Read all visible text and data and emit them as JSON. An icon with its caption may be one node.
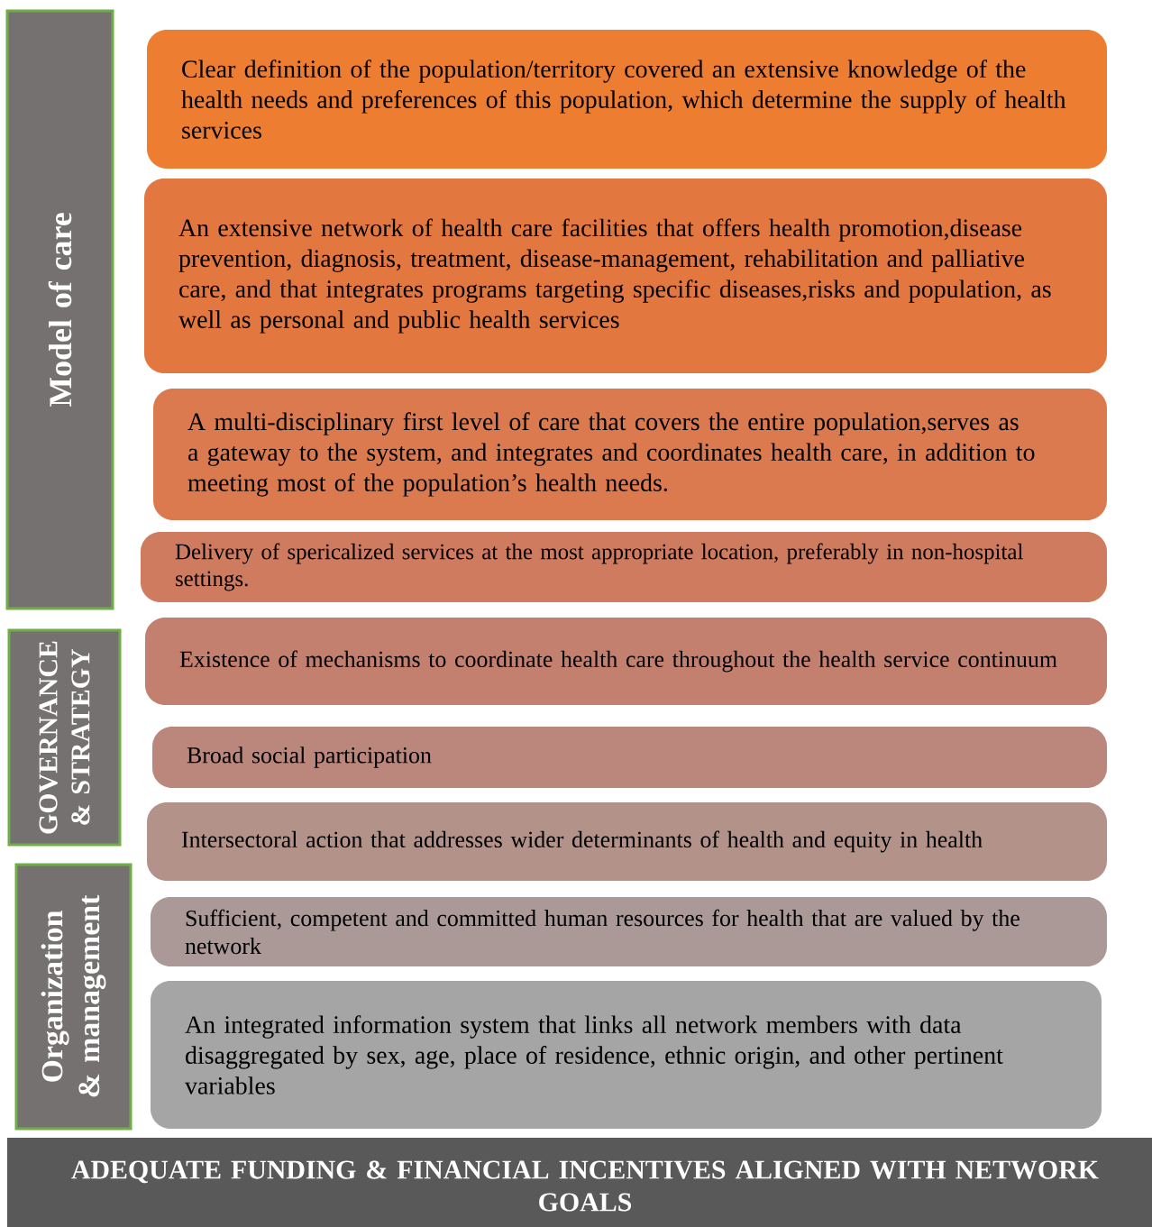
{
  "diagram": {
    "nodes": [
      {
        "text": [
          "Model of care"
        ]
      },
      {
        "text": [
          "Clear definition of the population/territory covered an extensive knowledge of the health needs and preferences of this population, which determine the supply of health services"
        ]
      },
      {
        "text": [
          "An extensive network of health care facilities that offers health promotion,disease prevention, diagnosis, treatment, disease-management, rehabilitation and palliative care, and that integrates programs targeting specific diseases,risks and population, as well as personal and public health services"
        ]
      },
      {
        "text": [
          "A multi-disciplinary first level of care that covers the entire population,serves as a gateway to the system, and integrates and coordinates health care, in addition to meeting most of the population’s health needs."
        ]
      },
      {
        "text": [
          "Delivery of spericalized services at the most appropriate location, preferably in non-hospital settings."
        ]
      },
      {
        "text": [
          "GOVERNANCE & STRATEGY"
        ]
      },
      {
        "text": [
          "Existence of mechanisms to coordinate health care throughout the health service continuum"
        ]
      },
      {
        "text": [
          "Broad social participation"
        ]
      },
      {
        "text": [
          "Intersectoral action that addresses wider determinants of health and equity in health"
        ]
      },
      {
        "text": [
          "Organization & management"
        ]
      },
      {
        "text": [
          "Sufficient, competent and committed human resources for health that are valued by the network"
        ]
      },
      {
        "text": [
          "An integrated information system that links all network members with data disaggregated by sex, age, place of residence, ethnic origin, and other pertinent variables"
        ]
      },
      {
        "text": [
          "ADEQUATE FUNDING & FINANCIAL INCENTIVES ALIGNED WITH NETWORK GOALS"
        ]
      }
    ]
  }
}
